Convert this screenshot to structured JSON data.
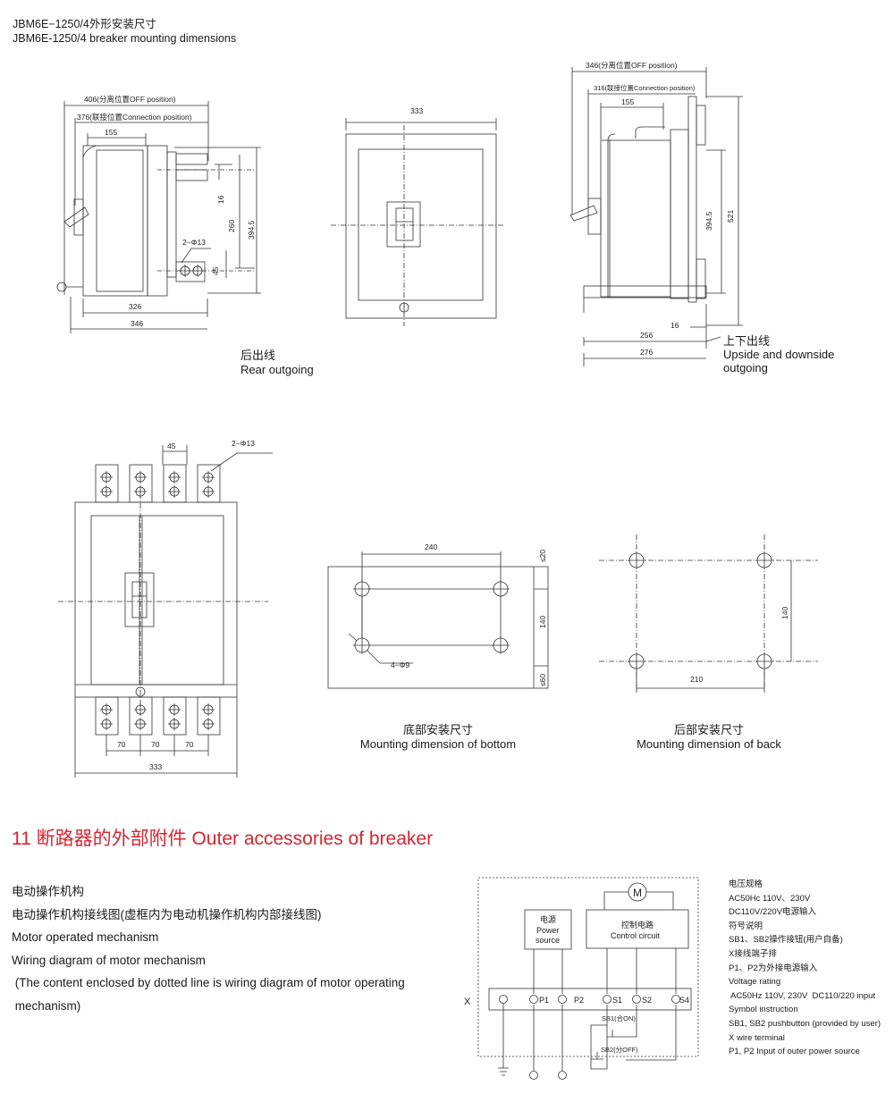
{
  "header": {
    "title_cn": "JBM6E−1250/4外形安装尺寸",
    "title_en": "JBM6E-1250/4 breaker mounting dimensions"
  },
  "captions": {
    "rear_cn": "后出线",
    "rear_en": "Rear outgoing",
    "updown_cn": "上下出线",
    "updown_en1": "Upside and downside",
    "updown_en2": "outgoing",
    "bottom_cn": "底部安装尺寸",
    "bottom_en": "Mounting dimension of bottom",
    "back_cn": "后部安装尺寸",
    "back_en": "Mounting dimension of back"
  },
  "dims": {
    "d406": "406(分离位置OFF position)",
    "d376": "376(联接位置Connection position)",
    "d155": "155",
    "d16": "16",
    "d260": "260",
    "d3945": "394.5",
    "d2phi13": "2−Φ13",
    "d45": "45",
    "d326": "326",
    "d346": "346",
    "d333": "333",
    "d346off": "346(分离位置OFF position)",
    "d316": "316(联接位置Connection position)",
    "d521": "521",
    "d256": "256",
    "d276": "276",
    "d240": "240",
    "d20": "≤20",
    "d140": "140",
    "d60": "≤60",
    "d4phi9": "4−Φ9",
    "d210": "210",
    "d70": "70"
  },
  "section": {
    "title": "11 断路器的外部附件 Outer accessories of breaker"
  },
  "motor": {
    "lines": [
      "电动操作机构",
      "电动操作机构接线图(虚框内为电动机操作机构内部接线图)",
      "Motor operated mechanism",
      "Wiring diagram of motor mechanism",
      " (The content enclosed by dotted line is wiring diagram of motor operating",
      " mechanism)"
    ]
  },
  "wiring": {
    "motor_symbol": "M",
    "power_cn": "电源",
    "power_en1": "Power",
    "power_en2": "source",
    "control_cn": "控制电路",
    "control_en": "Control circuit",
    "x_label": "X",
    "terminals": [
      "P1",
      "P2",
      "S1",
      "S2",
      "S4"
    ],
    "sb1": "SB1(合ON)",
    "sb2": "SB2(分OFF)"
  },
  "legend": {
    "lines": [
      "电压规格",
      "AC50Hc 110V、230V",
      "DC110V/220V电源输入",
      "符号说明",
      "SB1、SB2操作接钮(用户自备)",
      "X接线端子排",
      "P1、P2为外接电源输入",
      "Voltage rating",
      " AC50Hz 110V, 230V  DC110/220 input",
      "Symbol instruction",
      "SB1, SB2 pushbutton (provided by user)",
      "X wire terminal",
      "P1, P2 Input of outer power source"
    ]
  }
}
